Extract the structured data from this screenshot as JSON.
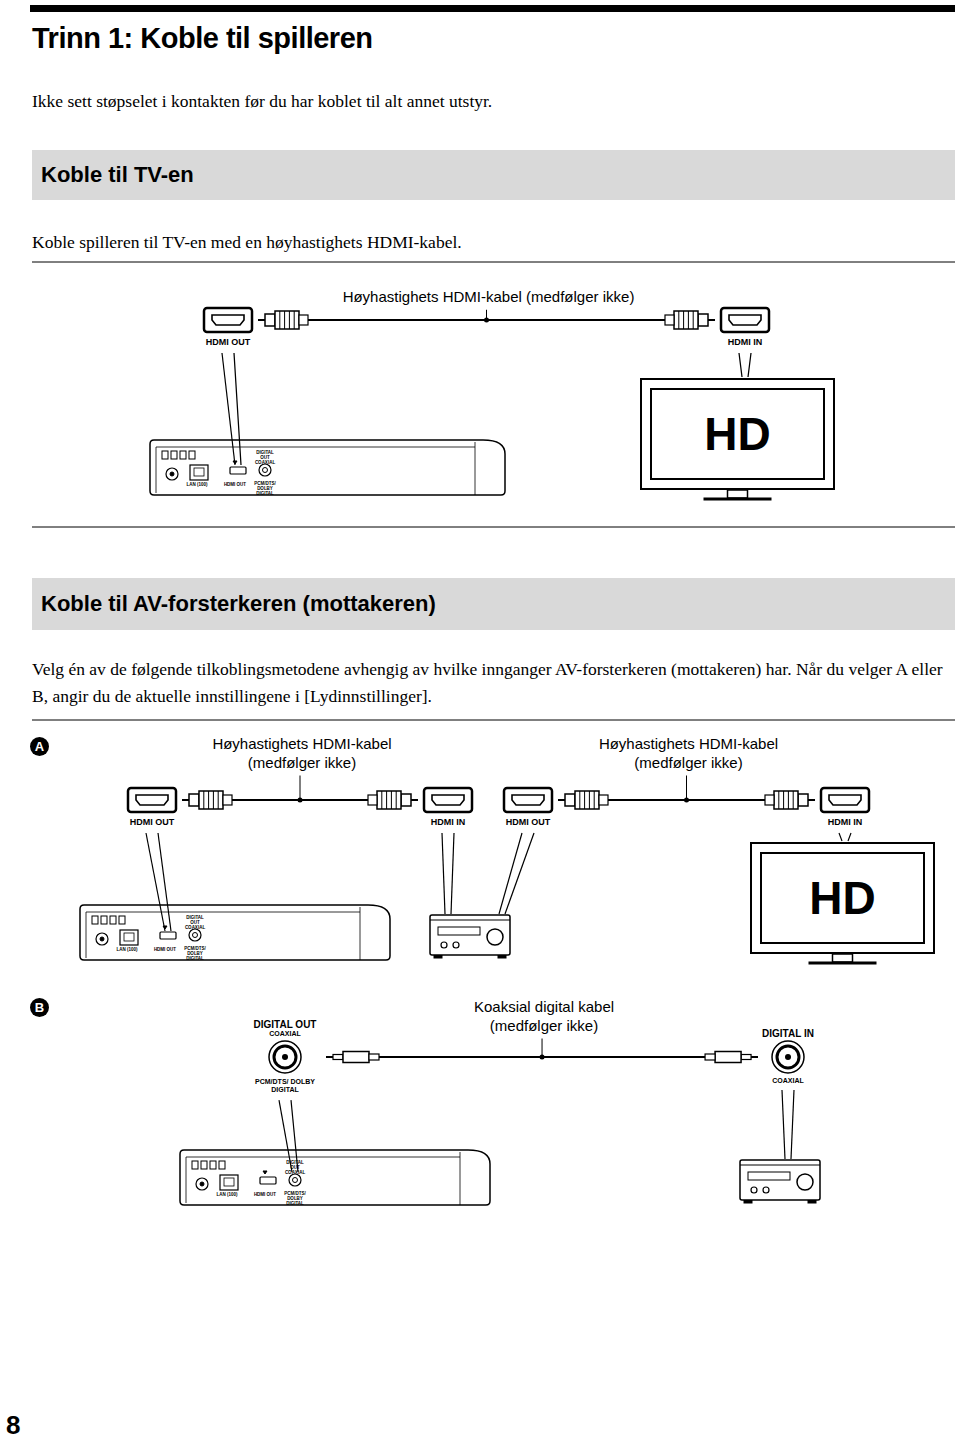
{
  "diagram": {
    "title": "Trinn 1: Koble til spilleren",
    "nodes": [
      {
        "text": [
          "Koble til TV-en"
        ]
      },
      {
        "text": [
          "Koble til AV-forsterkeren (mottakeren)"
        ]
      },
      {
        "text": [
          "HDMI OUT"
        ]
      },
      {
        "text": [
          "HDMI IN"
        ]
      },
      {
        "text": [
          "HD"
        ]
      },
      {
        "text": [
          "HDMI OUT"
        ]
      },
      {
        "text": [
          "HDMI IN"
        ]
      },
      {
        "text": [
          "HDMI OUT"
        ]
      },
      {
        "text": [
          "HDMI IN"
        ]
      },
      {
        "text": [
          "HD"
        ]
      },
      {
        "text": [
          "DIGITAL OUT",
          "COAXIAL",
          "PCM/DTS/ DOLBY DIGITAL"
        ]
      },
      {
        "text": [
          "DIGITAL IN",
          "COAXIAL"
        ]
      }
    ],
    "edges": [
      {
        "from": 2,
        "to": 3,
        "arrow": "none",
        "label": "Høyhastighets HDMI-kabel (medfølger ikke)"
      },
      {
        "from": 5,
        "to": 6,
        "arrow": "none",
        "label": "Høyhastighets HDMI-kabel (medfølger ikke)"
      },
      {
        "from": 7,
        "to": 8,
        "arrow": "none",
        "label": "Høyhastighets HDMI-kabel (medfølger ikke)"
      },
      {
        "from": 10,
        "to": 11,
        "arrow": "none",
        "label": "Koaksial digital kabel (medfølger ikke)"
      }
    ],
    "labels": [
      "Ikke sett støpselet i kontakten før du har koblet til alt annet utstyr.",
      "Koble spilleren til TV-en med en høyhastighets HDMI-kabel.",
      "Velg én av de følgende tilkoblingsmetodene avhengig av hvilke innganger AV-forsterkeren (mottakeren) har. Når du velger A eller B, angir du de aktuelle innstillingene i [Lydinnstillinger].",
      "A",
      "B",
      "LAN (100)",
      "HDMI OUT",
      "DIGITAL OUT COAXIAL",
      "PCM/DTS/ DOLBY DIGITAL",
      "LAN (100)",
      "HDMI OUT",
      "DIGITAL OUT COAXIAL",
      "PCM/DTS/ DOLBY DIGITAL",
      "LAN (100)",
      "HDMI OUT",
      "DIGITAL OUT COAXIAL",
      "PCM/DTS/ DOLBY DIGITAL",
      "8"
    ]
  }
}
